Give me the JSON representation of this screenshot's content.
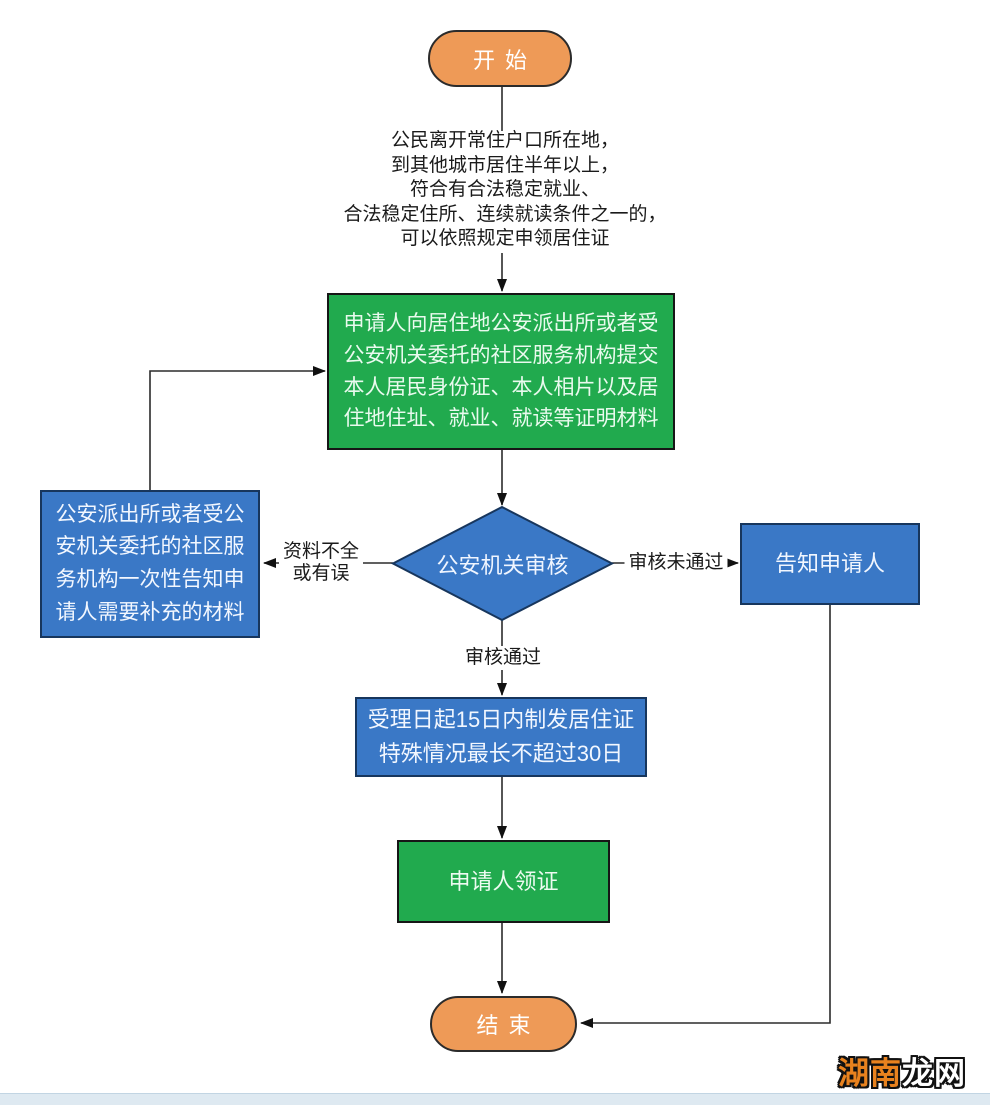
{
  "flow": {
    "start_label": "开始",
    "intro_text": "公民离开常住户口所在地，\n到其他城市居住半年以上，\n符合有合法稳定就业、\n合法稳定住所、连续就读条件之一的，\n可以依照规定申领居住证",
    "submit_box": "申请人向居住地公安派出所或者受\n公安机关委托的社区服务机构提交\n本人居民身份证、本人相片以及居\n住地住址、就业、就读等证明材料",
    "review_diamond": "公安机关审核",
    "supplement_box": "公安派出所或者受公\n安机关委托的社区服\n务机构一次性告知申\n请人需要补充的材料",
    "notify_box": "告知申请人",
    "issue_box": "受理日起15日内制发居住证\n特殊情况最长不超过30日",
    "collect_box": "申请人领证",
    "end_label": "结束",
    "edge_label_incomplete": "资料不全\n或有误",
    "edge_label_fail": "审核未通过",
    "edge_label_pass": "审核通过"
  },
  "watermark": {
    "part1": "湖南",
    "part2": "龙网"
  },
  "colors": {
    "terminal_fill": "#EE9A57",
    "process_green": "#21AA4E",
    "process_blue": "#3A78C6",
    "line": "#2b2b2b"
  }
}
